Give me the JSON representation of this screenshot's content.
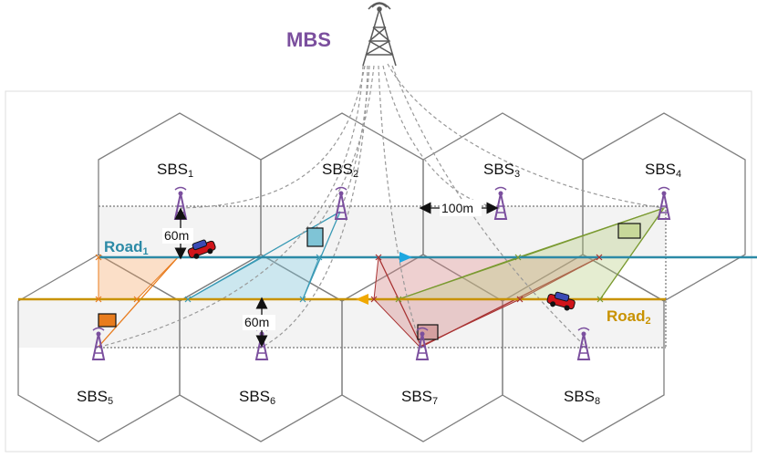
{
  "labels": {
    "mbs": "MBS",
    "road1_main": "Road",
    "road1_sub": "1",
    "road2_main": "Road",
    "road2_sub": "2",
    "dist_100": "100m",
    "dist_60_top": "60m",
    "dist_60_bottom": "60m"
  },
  "sbs": [
    {
      "main": "SBS",
      "sub": "1"
    },
    {
      "main": "SBS",
      "sub": "2"
    },
    {
      "main": "SBS",
      "sub": "3"
    },
    {
      "main": "SBS",
      "sub": "4"
    },
    {
      "main": "SBS",
      "sub": "5"
    },
    {
      "main": "SBS",
      "sub": "6"
    },
    {
      "main": "SBS",
      "sub": "7"
    },
    {
      "main": "SBS",
      "sub": "8"
    }
  ],
  "colors": {
    "tower": "#7b4f9e",
    "road1": "#2c8aa6",
    "road2": "#c89200",
    "hex_stroke": "#7f7f7f",
    "orange_region": "#f4a460",
    "blue_region": "#7fc4d6",
    "red_region": "#d48a8a",
    "green_region": "#b5cc7a",
    "car": "#d0141a"
  }
}
